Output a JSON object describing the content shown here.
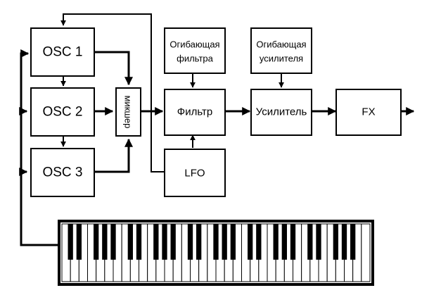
{
  "blocks": {
    "osc1": "OSC 1",
    "osc2": "OSC 2",
    "osc3": "OSC 3",
    "mixer": "микшер",
    "filter_env_line1": "Огибающая",
    "filter_env_line2": "фильтра",
    "amp_env_line1": "Огибающая",
    "amp_env_line2": "усилителя",
    "filter": "Фильтр",
    "amplifier": "Усилитель",
    "fx": "FX",
    "lfo": "LFO"
  },
  "keyboard": {
    "white_keys": 36
  },
  "colors": {
    "line": "#000000",
    "background": "#ffffff",
    "black_key": "#000000",
    "white_key": "#ffffff"
  }
}
